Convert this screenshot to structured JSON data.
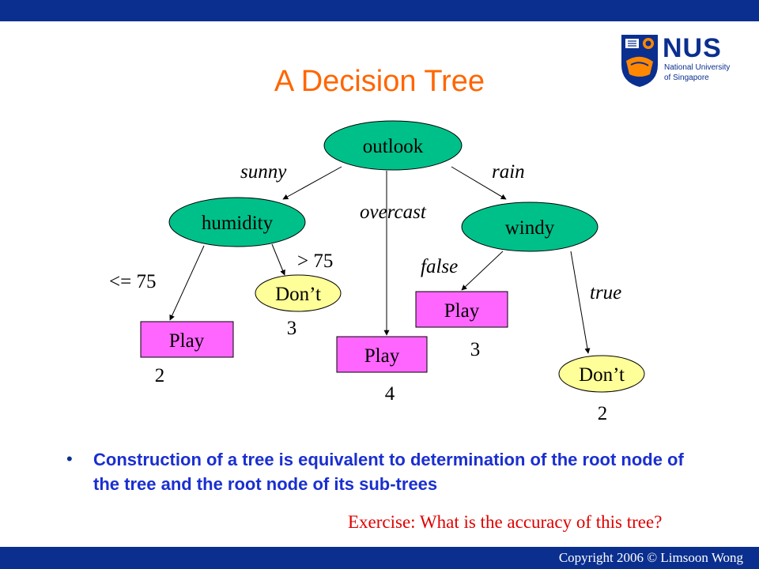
{
  "slide": {
    "title": "A Decision Tree",
    "copyright": "Copyright 2006 © Limsoon Wong",
    "bullet_text": "Construction of a tree is equivalent to determination of the root node of the tree and the root node of its sub-trees",
    "exercise": "Exercise: What is the accuracy of this tree?"
  },
  "logo": {
    "name": "NUS",
    "sub1": "National University",
    "sub2": "of Singapore"
  },
  "tree": {
    "root": "outlook",
    "humidity": "humidity",
    "windy": "windy",
    "dont_left": "Don’t",
    "dont_right": "Don’t",
    "play_left": "Play",
    "play_mid": "Play",
    "play_right": "Play",
    "edges": {
      "sunny": "sunny",
      "rain": "rain",
      "overcast": "overcast",
      "le75": "<= 75",
      "gt75": "> 75",
      "false": "false",
      "true": "true"
    },
    "counts": {
      "play_left": "2",
      "dont_left": "3",
      "play_mid": "4",
      "play_right": "3",
      "dont_right": "2"
    }
  },
  "colors": {
    "bars": "#0a2f8f",
    "title": "#ff6600",
    "internal_node": "#00c08a",
    "leaf_play": "#ff66ff",
    "leaf_dont": "#ffff99",
    "bullet_text": "#1a2fd0",
    "exercise": "#e00000"
  }
}
